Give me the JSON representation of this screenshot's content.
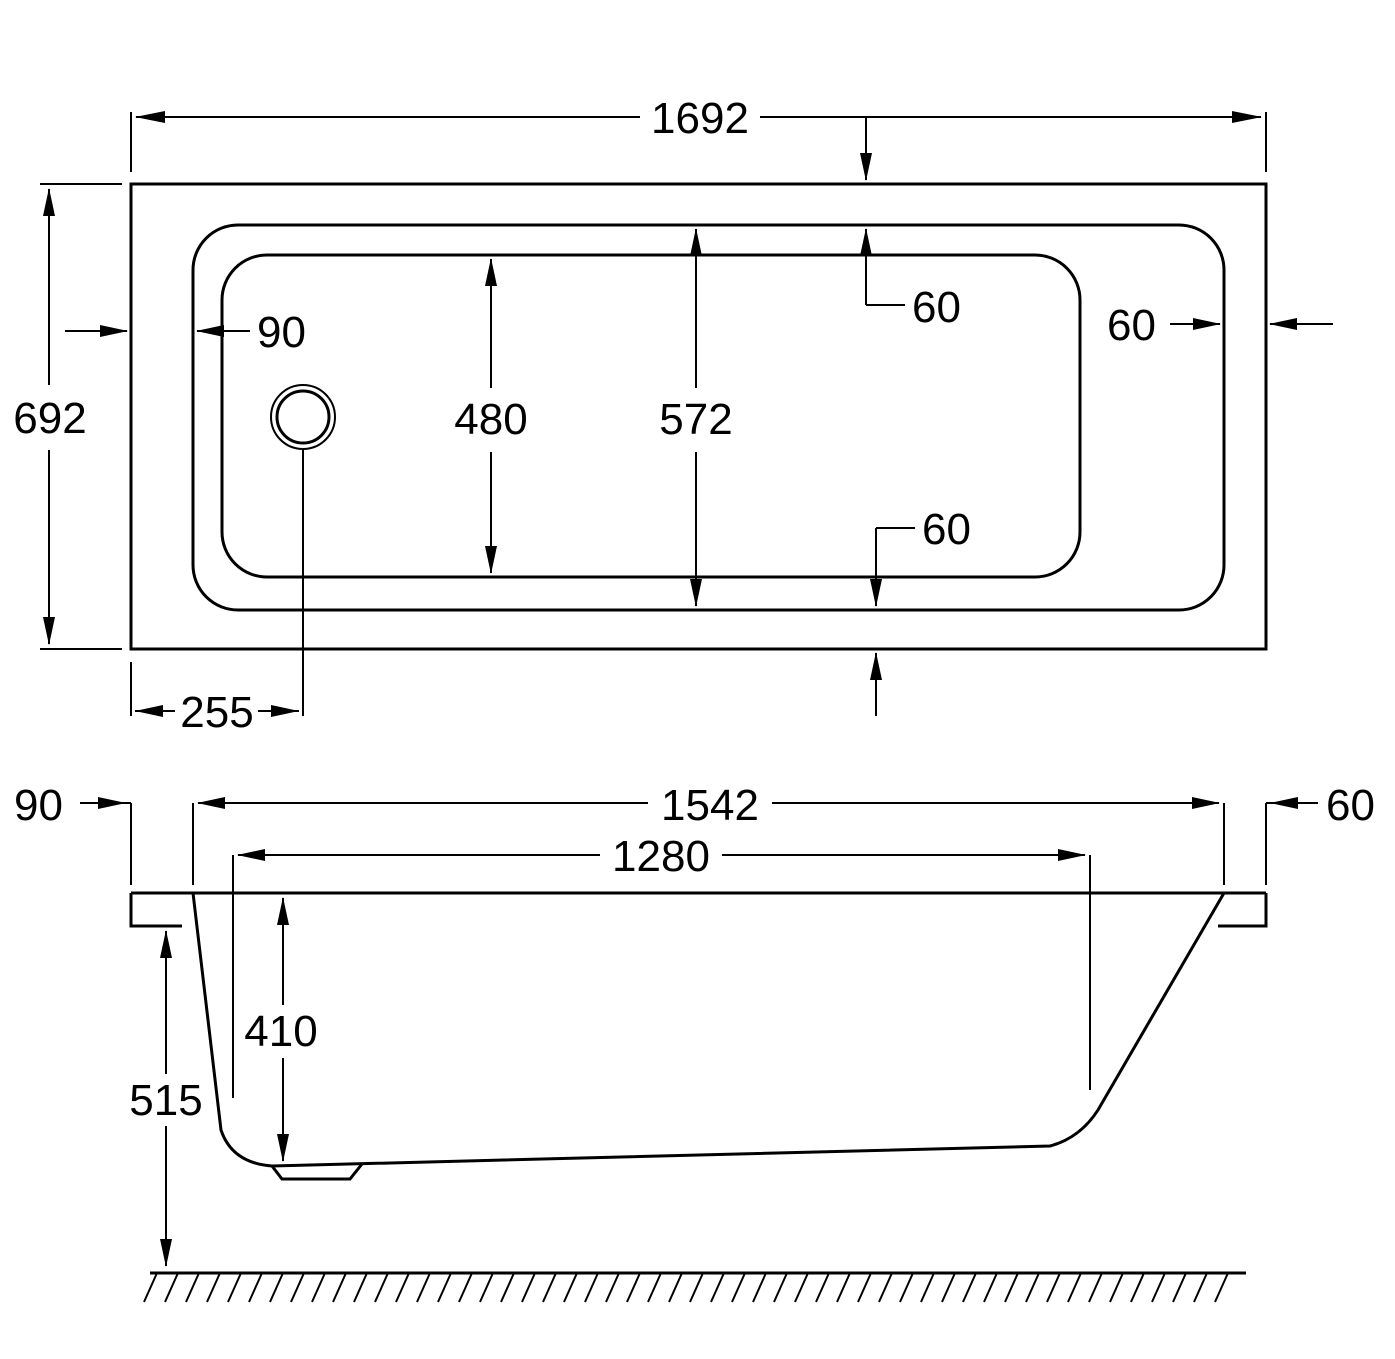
{
  "colors": {
    "line": "#000000",
    "background": "#ffffff"
  },
  "plan_view": {
    "overall_length": "1692",
    "overall_width": "692",
    "end_rim_left": "90",
    "end_rim_right": "60",
    "side_rim_top": "60",
    "side_rim_bottom": "60",
    "inner_width_base": "480",
    "inner_width_top": "572",
    "waste_offset": "255"
  },
  "side_view": {
    "rim_left": "90",
    "rim_right": "60",
    "top_inner_length": "1542",
    "base_length": "1280",
    "inner_depth": "410",
    "overall_height": "515"
  }
}
